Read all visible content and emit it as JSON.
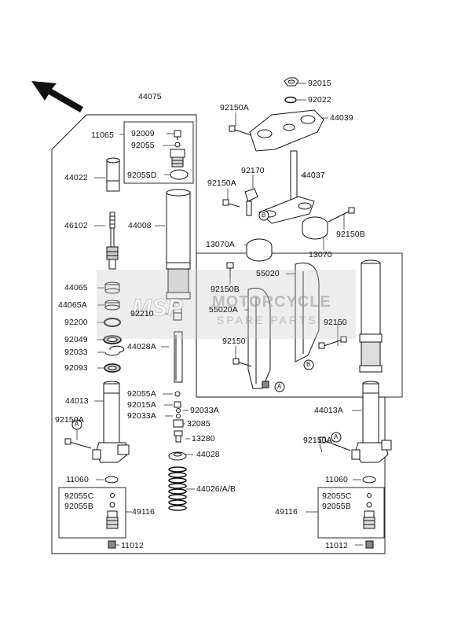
{
  "watermark": {
    "logo": "MSP",
    "line1": "MOTORCYCLE",
    "line2": "SPARE PARTS"
  },
  "front_arrow_icon": "arrow-up-left-icon",
  "circle_marks": [
    "A",
    "B"
  ],
  "labels": {
    "p44075": "44075",
    "p11065": "11065",
    "p92009": "92009",
    "p92055": "92055",
    "p92055D": "92055D",
    "p44022": "44022",
    "p46102": "46102",
    "p44008": "44008",
    "p44065": "44065",
    "p44065A": "44065A",
    "p92200": "92200",
    "p92049": "92049",
    "p92033": "92033",
    "p92093": "92093",
    "p92210": "92210",
    "p44028A": "44028A",
    "p44013": "44013",
    "p92150A_left": "92150A",
    "p92055A": "92055A",
    "p92015A": "92015A",
    "p92033A_l": "92033A",
    "p92033A_r": "92033A",
    "p32085": "32085",
    "p13280": "13280",
    "p44028": "44028",
    "p44026": "44026/A/B",
    "p11060_l": "11060",
    "p92055C_l": "92055C",
    "p92055B_l": "92055B",
    "p49116_l": "49116",
    "p11012_l": "11012",
    "p92015": "92015",
    "p92022": "92022",
    "p92150A_top": "92150A",
    "p44039": "44039",
    "p92170": "92170",
    "p44037": "44037",
    "p92150A_mid": "92150A",
    "p92150B_r": "92150B",
    "p13070A": "13070A",
    "p13070": "13070",
    "p55020": "55020",
    "p92150B_l": "92150B",
    "p55020A": "55020A",
    "p92150_r": "92150",
    "p92150_l": "92150",
    "p44013A": "44013A",
    "p92150A_right": "92150A",
    "p11060_r": "11060",
    "p92055C_r": "92055C",
    "p92055B_r": "92055B",
    "p49116_r": "49116",
    "p11012_r": "11012"
  }
}
